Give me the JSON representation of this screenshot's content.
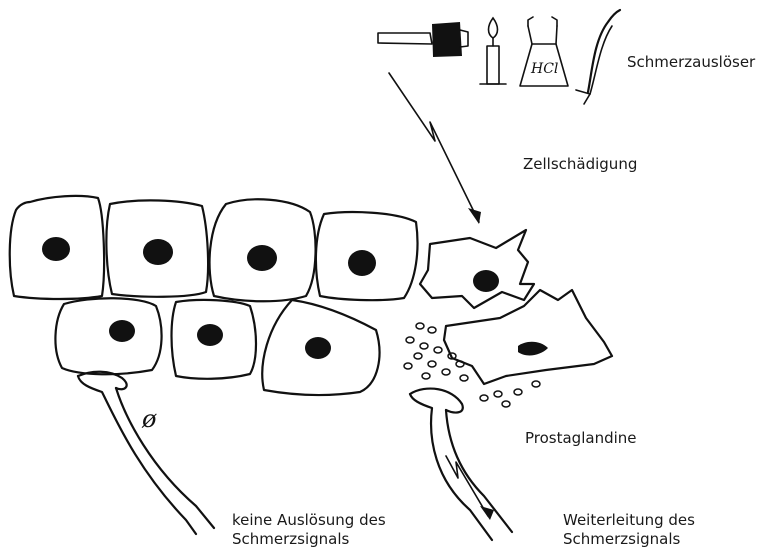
{
  "labels": {
    "triggers": "Schmerzauslöser",
    "cell_damage": "Zellschädigung",
    "prostaglandins": "Prostaglandine",
    "no_signal_line1": "keine Auslösung des",
    "no_signal_line2": "Schmerzsignals",
    "forward_line1": "Weiterleitung des",
    "forward_line2": "Schmerzsignals",
    "acid_symbol": "HCl",
    "null_symbol": "ø"
  },
  "icons": [
    "hammer-icon",
    "candle-icon",
    "acid-flask-icon",
    "whip-icon"
  ],
  "colors": {
    "ink": "#111111",
    "background": "#ffffff"
  }
}
